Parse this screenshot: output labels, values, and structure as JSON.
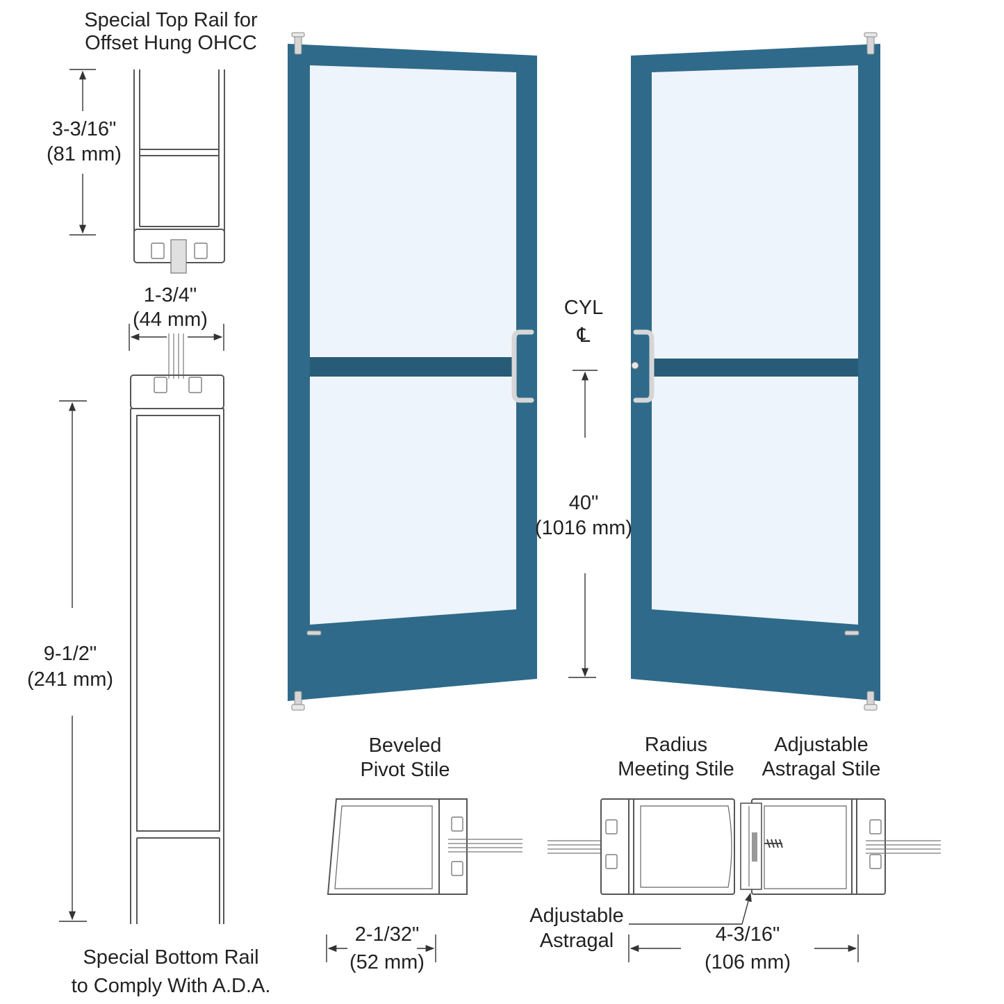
{
  "colors": {
    "door_frame": "#2f6a8a",
    "door_frame_dark": "#275b77",
    "glass": "#eef4fb",
    "hardware": "#d6d6d6",
    "line": "#444444",
    "text": "#222222"
  },
  "top_rail": {
    "title_line1": "Special Top Rail for",
    "title_line2": "Offset Hung OHCC",
    "height_in": "3-3/16\"",
    "height_mm": "(81 mm)"
  },
  "depth": {
    "value_in": "1-3/4\"",
    "value_mm": "(44 mm)"
  },
  "bottom_rail": {
    "height_in": "9-1/2\"",
    "height_mm": "(241 mm)",
    "caption_line1": "Special Bottom Rail",
    "caption_line2": "to Comply With A.D.A."
  },
  "cylinder": {
    "label": "CYL",
    "centerline_symbol": "℄",
    "height_in": "40\"",
    "height_mm": "(1016 mm)"
  },
  "pivot_stile": {
    "title_line1": "Beveled",
    "title_line2": "Pivot Stile",
    "width_in": "2-1/32\"",
    "width_mm": "(52 mm)"
  },
  "meeting_stile": {
    "title_line1": "Radius",
    "title_line2": "Meeting Stile"
  },
  "astragal_stile": {
    "title_line1": "Adjustable",
    "title_line2": "Astragal Stile"
  },
  "astragal": {
    "label_line1": "Adjustable",
    "label_line2": "Astragal"
  },
  "pair_width": {
    "value_in": "4-3/16\"",
    "value_mm": "(106 mm)"
  },
  "icons": [
    "pivot-icon",
    "door-pull-icon",
    "cylinder-lock-icon",
    "arrowhead-icon",
    "screw-icon"
  ]
}
